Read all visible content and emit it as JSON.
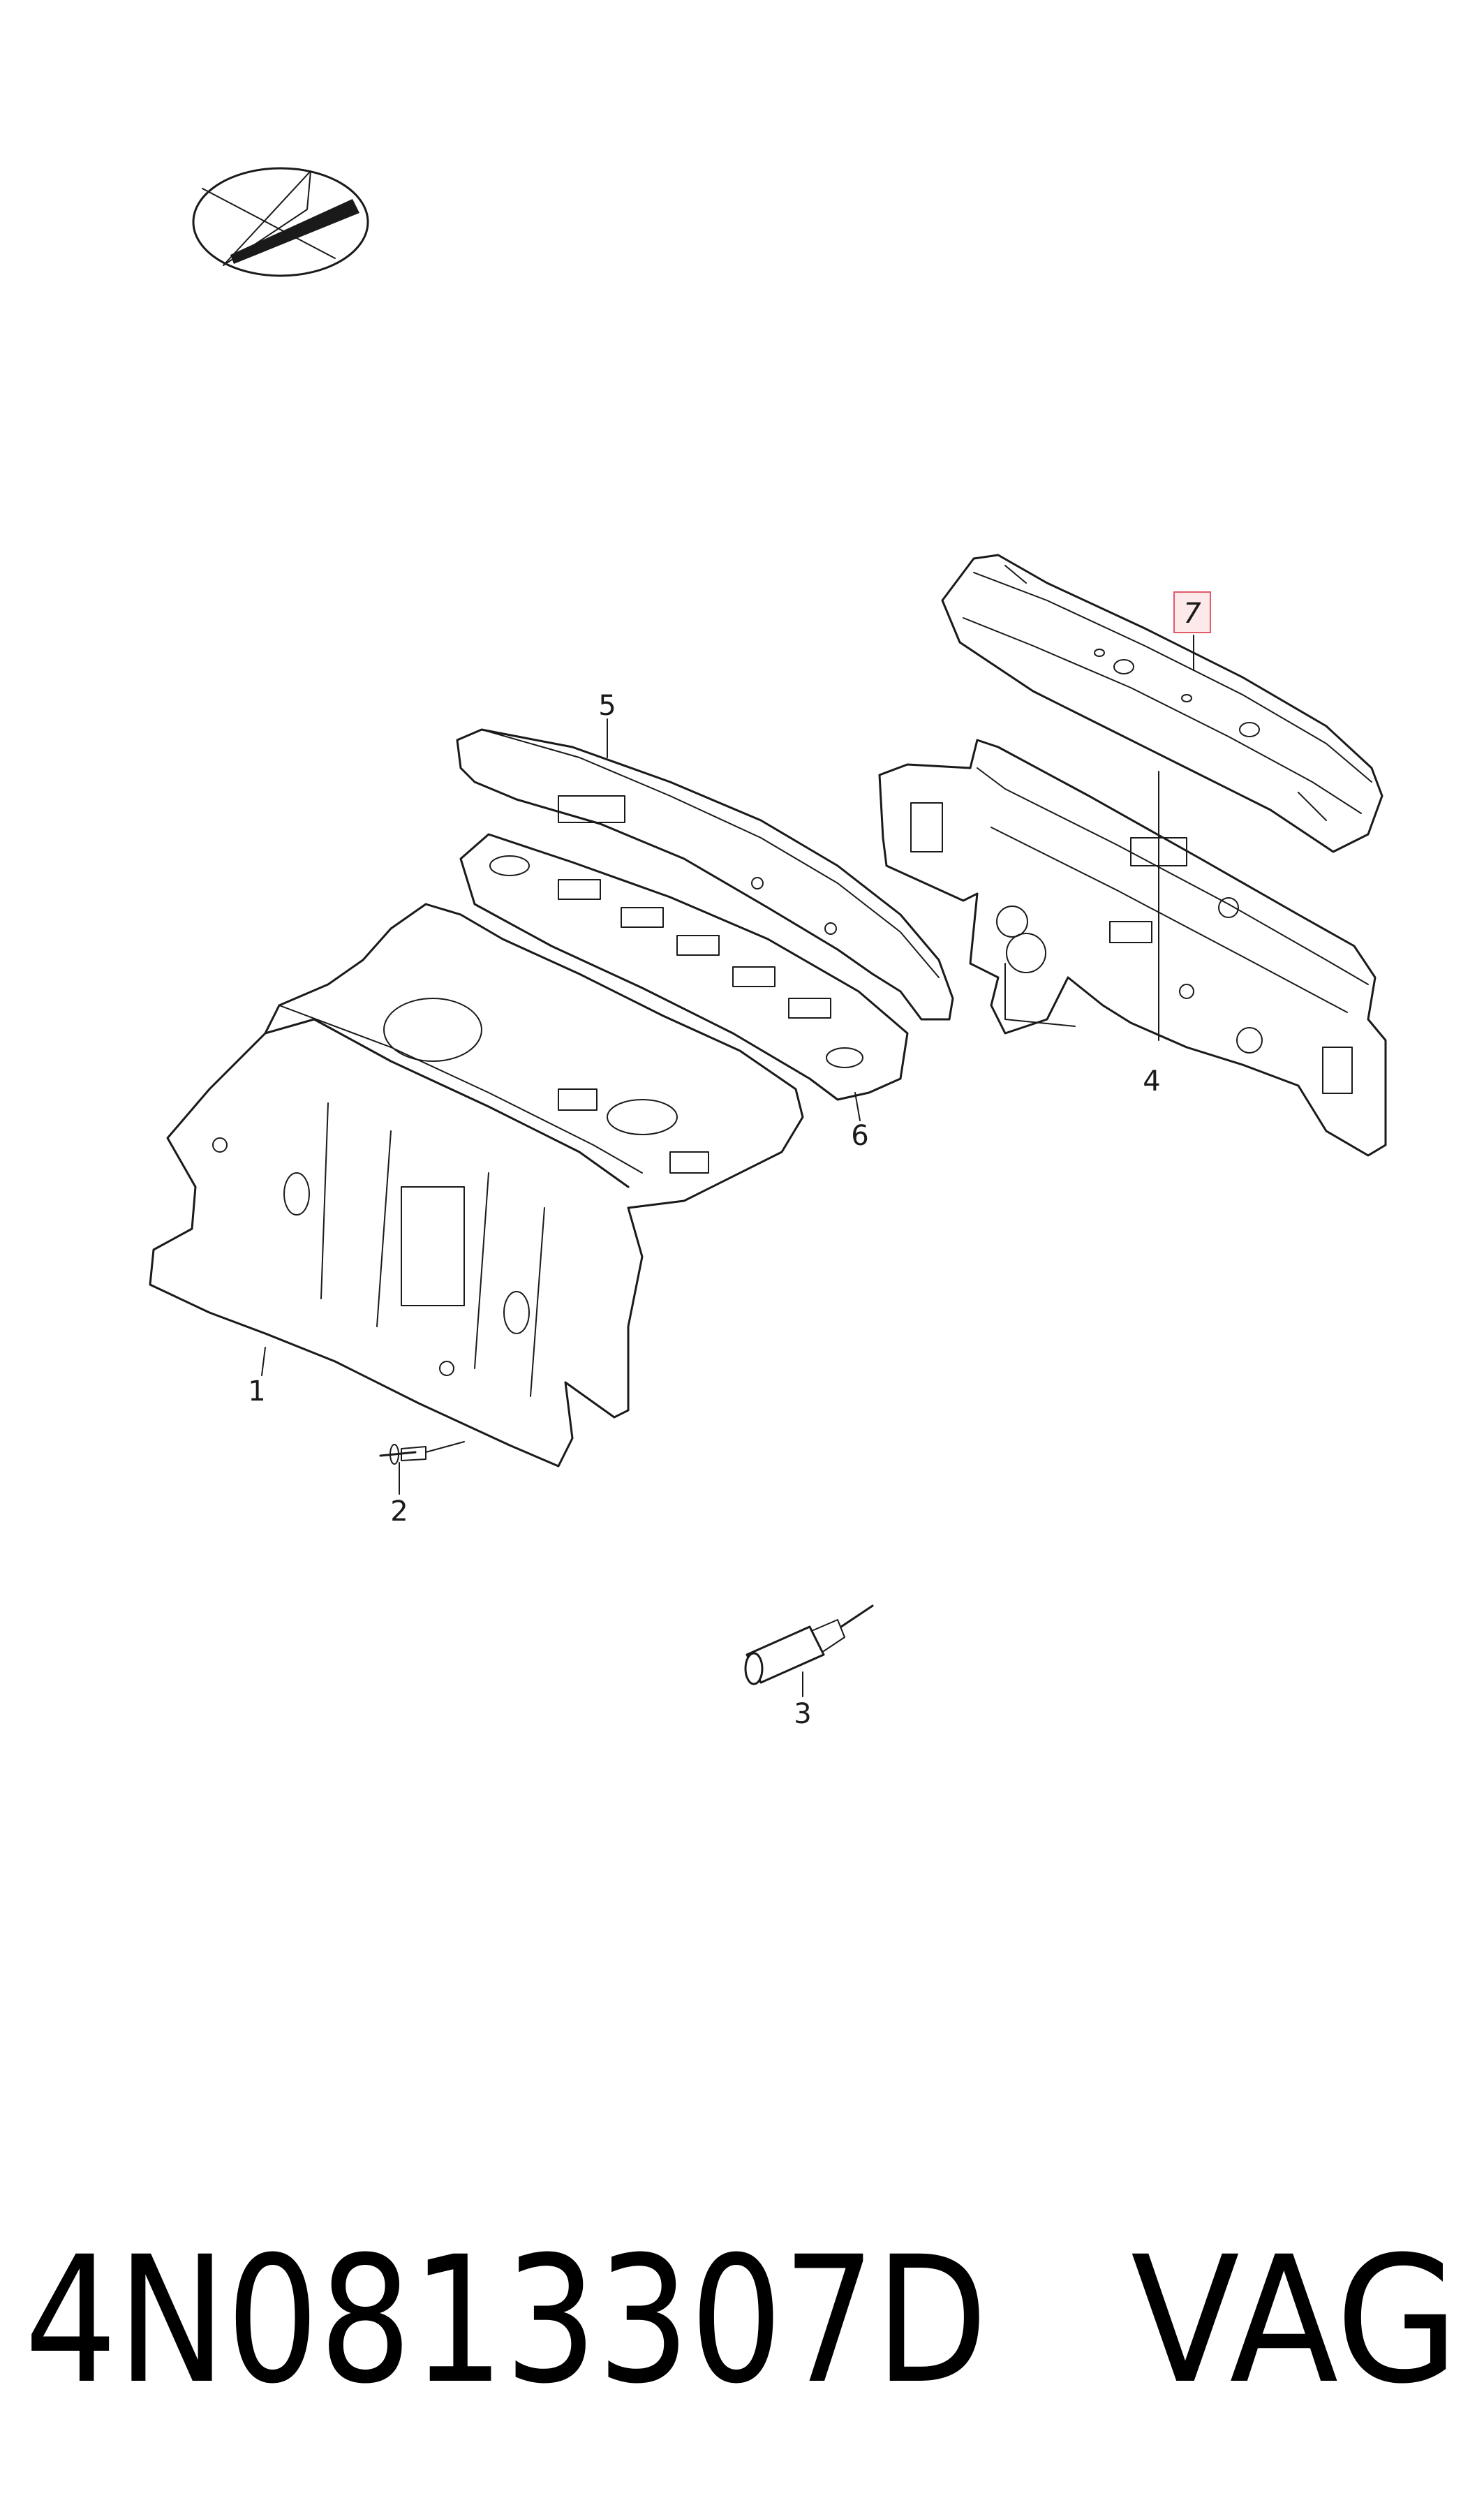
{
  "callouts": {
    "c1": "1",
    "c2": "2",
    "c3": "3",
    "c4": "4",
    "c5": "5",
    "c6": "6",
    "c7": "7"
  },
  "highlight_color": "#e05a6a",
  "highlight_fill": "#fde8ea",
  "footer": {
    "part_number": "4N0813307D",
    "manufacturer": "VAG"
  },
  "icons": {
    "logo": "orientation-compass-icon"
  }
}
